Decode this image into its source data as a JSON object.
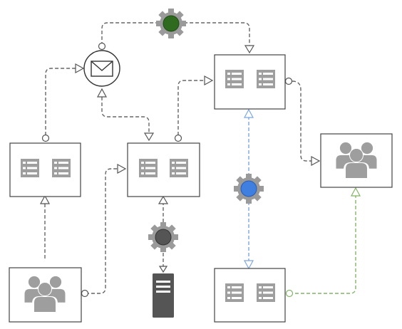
{
  "diagram": {
    "nodes": [
      {
        "id": "envelope",
        "kind": "message",
        "icon": "envelope-icon"
      },
      {
        "id": "gear-green",
        "kind": "gear",
        "icon": "gear-icon",
        "dot_color": "#2e6b1f"
      },
      {
        "id": "gear-blue",
        "kind": "gear",
        "icon": "gear-icon",
        "dot_color": "#3f7fe0"
      },
      {
        "id": "gear-grey",
        "kind": "gear",
        "icon": "gear-icon",
        "dot_color": "#555555"
      },
      {
        "id": "box-top-right",
        "kind": "list-box",
        "icon": "list-document-icon"
      },
      {
        "id": "box-left",
        "kind": "list-box",
        "icon": "list-document-icon"
      },
      {
        "id": "box-center",
        "kind": "list-box",
        "icon": "list-document-icon"
      },
      {
        "id": "box-bottom-right",
        "kind": "list-box",
        "icon": "list-document-icon"
      },
      {
        "id": "users-right",
        "kind": "user-group",
        "icon": "user-group-icon"
      },
      {
        "id": "users-bottom-left",
        "kind": "user-group",
        "icon": "user-group-icon"
      },
      {
        "id": "server",
        "kind": "server",
        "icon": "server-icon"
      }
    ],
    "colors": {
      "line": "#666666",
      "icon_gray": "#9e9e9e",
      "box_border": "#444444",
      "blue_link": "#7ea6e0",
      "green_link": "#82b366"
    }
  }
}
